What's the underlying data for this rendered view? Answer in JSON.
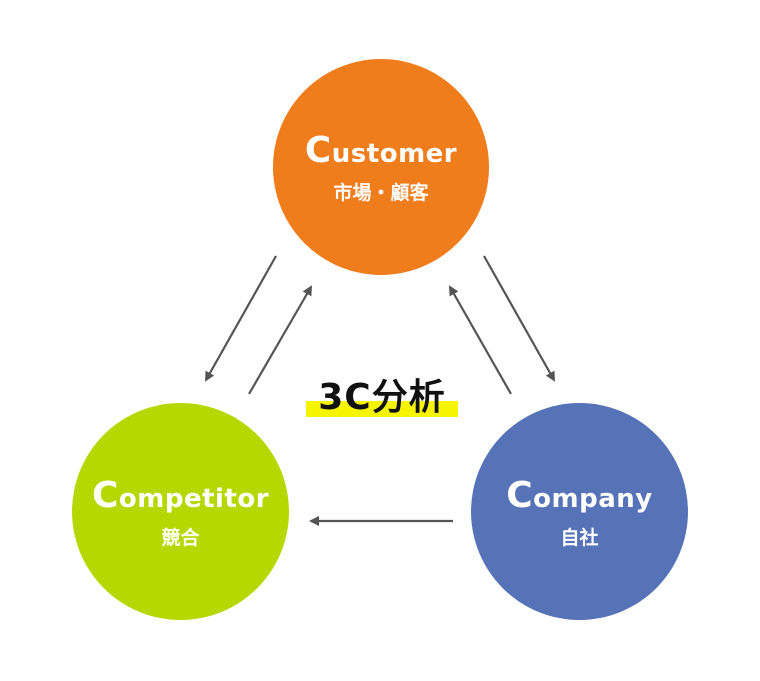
{
  "title": "3C分析",
  "nodes": {
    "customer": {
      "initial": "C",
      "rest": "ustomer",
      "sub": "市場・顧客",
      "color": "#ef7d1c"
    },
    "competitor": {
      "initial": "C",
      "rest": "ompetitor",
      "sub": "競合",
      "color": "#b5d900"
    },
    "company": {
      "initial": "C",
      "rest": "ompany",
      "sub": "自社",
      "color": "#5573b6"
    }
  },
  "colors": {
    "arrow": "#555555",
    "highlight": "#f6f400",
    "text": "#ffffff"
  }
}
